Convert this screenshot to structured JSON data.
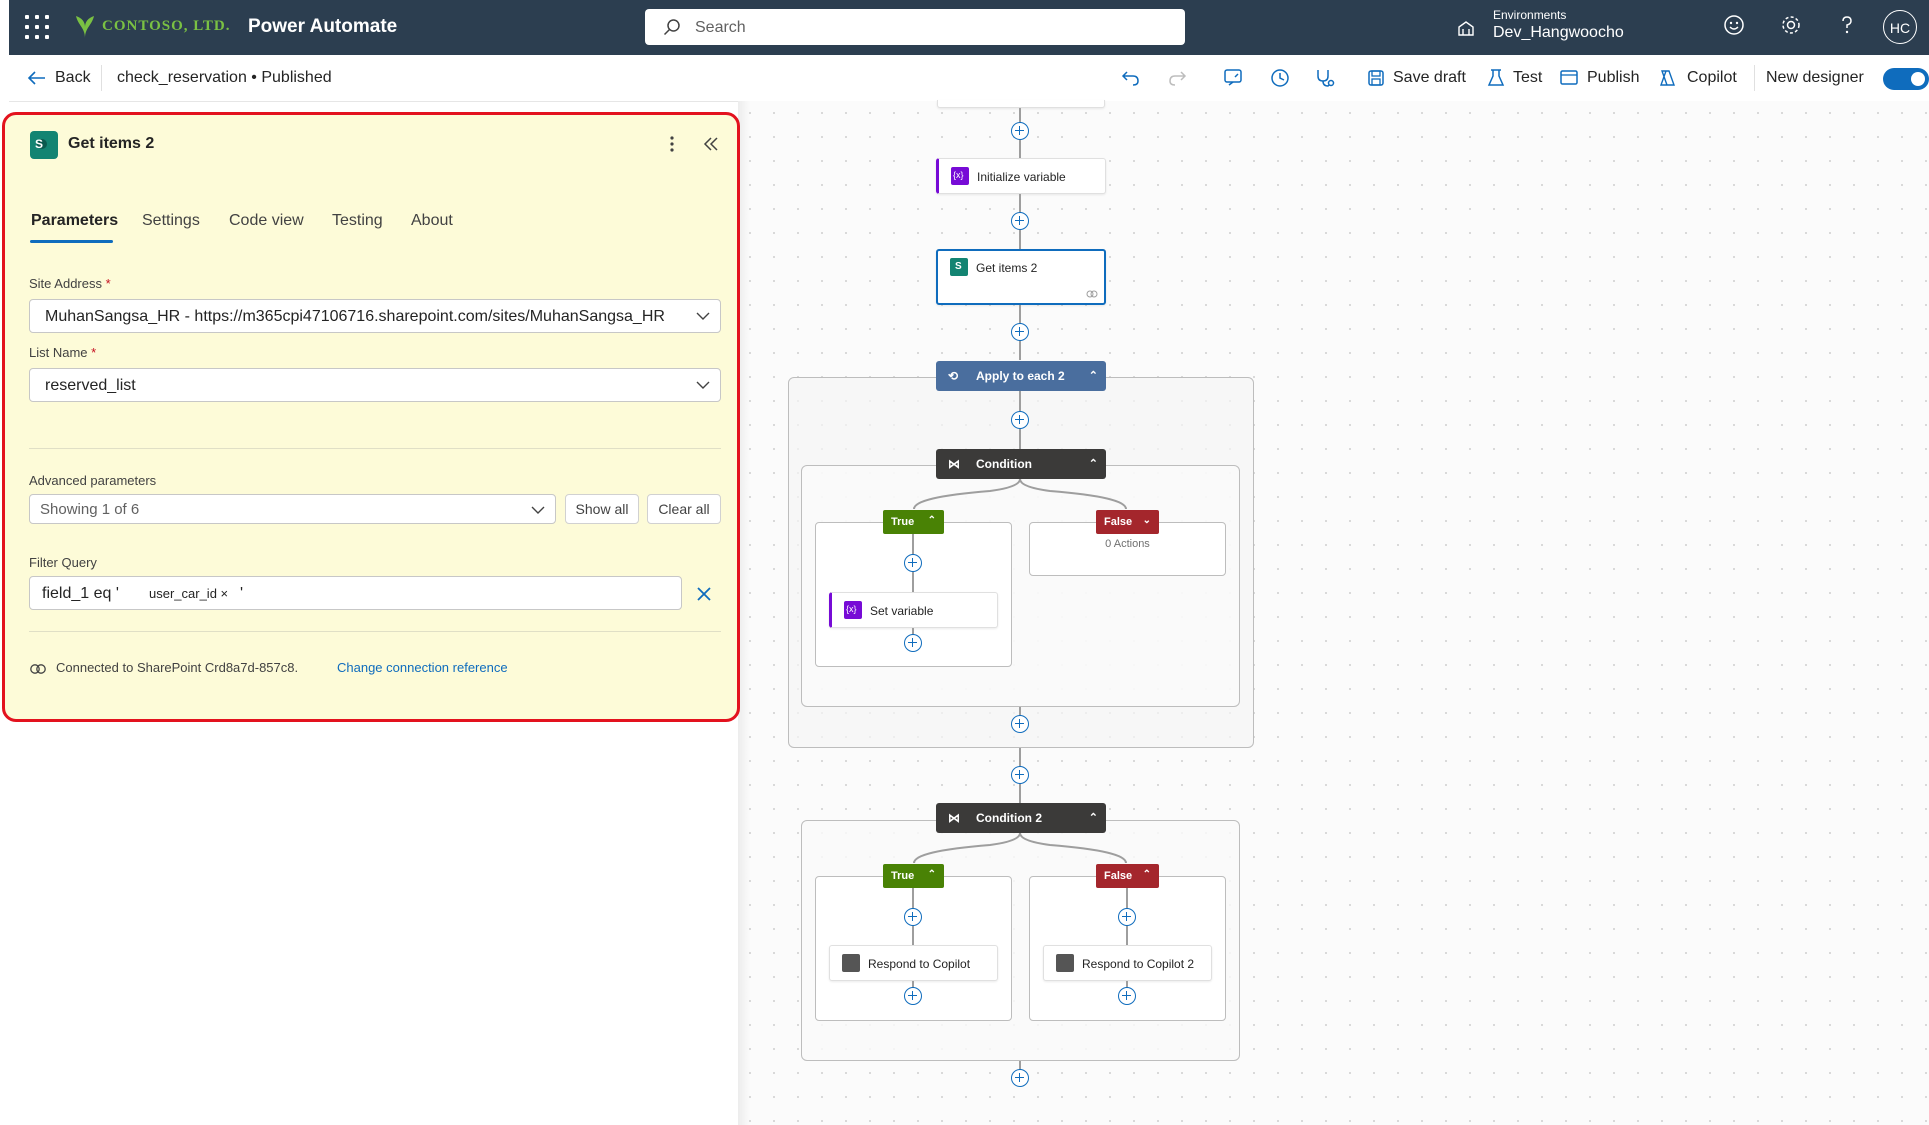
{
  "header": {
    "brand": "CONTOSO, LTD.",
    "app_name": "Power Automate",
    "search_placeholder": "Search",
    "environment_label": "Environments",
    "environment_value": "Dev_Hangwoocho",
    "avatar_initials": "HC"
  },
  "commandbar": {
    "back": "Back",
    "flow_name": "check_reservation",
    "status": "Published",
    "save_draft": "Save draft",
    "test": "Test",
    "publish": "Publish",
    "copilot": "Copilot",
    "new_designer": "New designer",
    "new_designer_on": true
  },
  "panel": {
    "title": "Get items 2",
    "tabs": [
      "Parameters",
      "Settings",
      "Code view",
      "Testing",
      "About"
    ],
    "active_tab": "Parameters",
    "site_address_label": "Site Address",
    "site_address_value": "MuhanSangsa_HR - https://m365cpi47106716.sharepoint.com/sites/MuhanSangsa_HR",
    "list_name_label": "List Name",
    "list_name_value": "reserved_list",
    "advanced_label": "Advanced parameters",
    "advanced_value": "Showing 1 of 6",
    "show_all": "Show all",
    "clear_all": "Clear all",
    "filter_query_label": "Filter Query",
    "filter_prefix": "field_1 eq '",
    "filter_token": "user_car_id ×",
    "filter_suffix": "'",
    "connection_text": "Connected to SharePoint Crd8a7d-857c8.",
    "change_connection": "Change connection reference"
  },
  "canvas": {
    "init_variable": "Initialize variable",
    "get_items": "Get items 2",
    "apply_each": "Apply to each 2",
    "condition1": "Condition",
    "true_label": "True",
    "false_label": "False",
    "zero_actions": "0 Actions",
    "set_variable": "Set variable",
    "condition2": "Condition 2",
    "respond1": "Respond to Copilot",
    "respond2": "Respond to Copilot 2"
  },
  "colors": {
    "header_bg": "#2c3e50",
    "accent": "#0f6cbd",
    "panel_bg": "#fdfbd8",
    "highlight_border": "#e3121e",
    "true_green": "#498205",
    "false_red": "#a4262c",
    "loop_blue": "#4a6e9e",
    "condition_dark": "#3b3a39"
  }
}
